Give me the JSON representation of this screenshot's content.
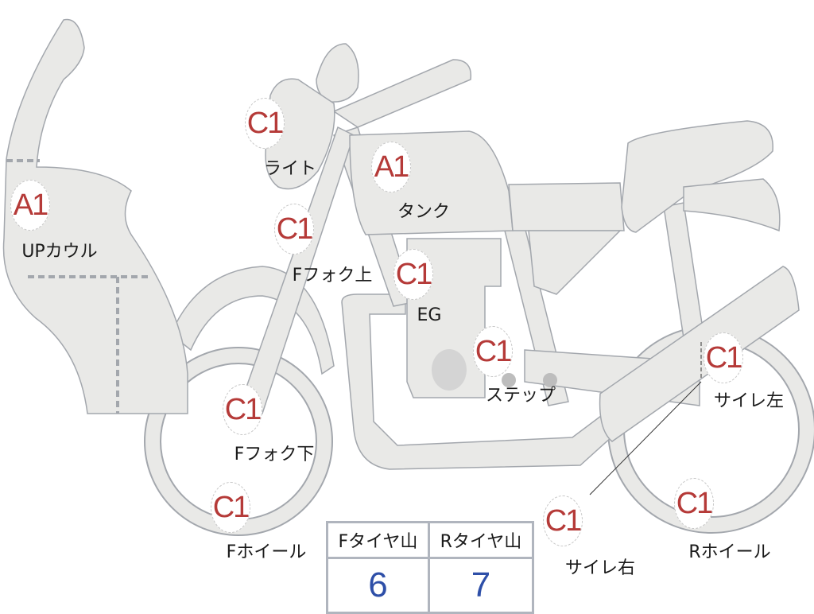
{
  "parts": [
    {
      "grade": "C1",
      "label": "ライト"
    },
    {
      "grade": "A1",
      "label": "タンク"
    },
    {
      "grade": "A1",
      "label": "UPカウル"
    },
    {
      "grade": "C1",
      "label": "Fフォク上"
    },
    {
      "grade": "C1",
      "label": "EG"
    },
    {
      "grade": "C1",
      "label": "ステップ"
    },
    {
      "grade": "C1",
      "label": "サイレ左"
    },
    {
      "grade": "C1",
      "label": "Fフォク下"
    },
    {
      "grade": "C1",
      "label": "Fホイール"
    },
    {
      "grade": "C1",
      "label": "サイレ右"
    },
    {
      "grade": "C1",
      "label": "Rホイール"
    }
  ],
  "tire_table": {
    "front_header": "Fタイヤ山",
    "rear_header": "Rタイヤ山",
    "front_value": "6",
    "rear_value": "7"
  },
  "colors": {
    "grade_text": "#b53a38",
    "value_text": "#2e4fa8",
    "part_fill": "#e9e9e7",
    "part_stroke": "#a3a7ad"
  }
}
